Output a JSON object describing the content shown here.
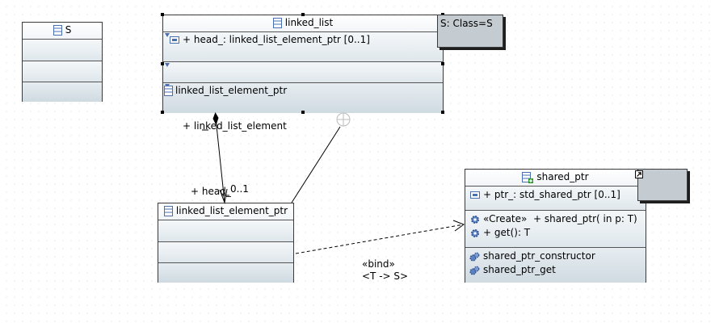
{
  "classes": {
    "s": {
      "name": "S"
    },
    "linked_list": {
      "name": "linked_list",
      "attribute": "+ head_: linked_list_element_ptr [0..1]",
      "nested": "linked_list_element_ptr"
    },
    "linked_list_element_ptr": {
      "name": "linked_list_element_ptr"
    },
    "shared_ptr": {
      "name": "shared_ptr",
      "attribute": "+ ptr_: std_shared_ptr [0..1]",
      "operations": [
        {
          "stereotype": "«Create»",
          "signature": "+ shared_ptr(  in p: T)"
        },
        {
          "stereotype": "",
          "signature": "+ get(): T"
        }
      ],
      "behaviors": [
        "shared_ptr_constructor",
        "shared_ptr_get"
      ]
    }
  },
  "template_signature": "S: Class=S",
  "associations": {
    "element_role": "+ linked_list_element",
    "head_role": "+ head_",
    "head_multiplicity": "0..1"
  },
  "binding": {
    "stereotype": "«bind»",
    "substitution": "<T -> S>"
  },
  "colors": {
    "compartment": "#dfe7ec",
    "note": "#c4ccd2",
    "border": "#3a3a3a",
    "icon_blue": "#4a6fb0"
  }
}
